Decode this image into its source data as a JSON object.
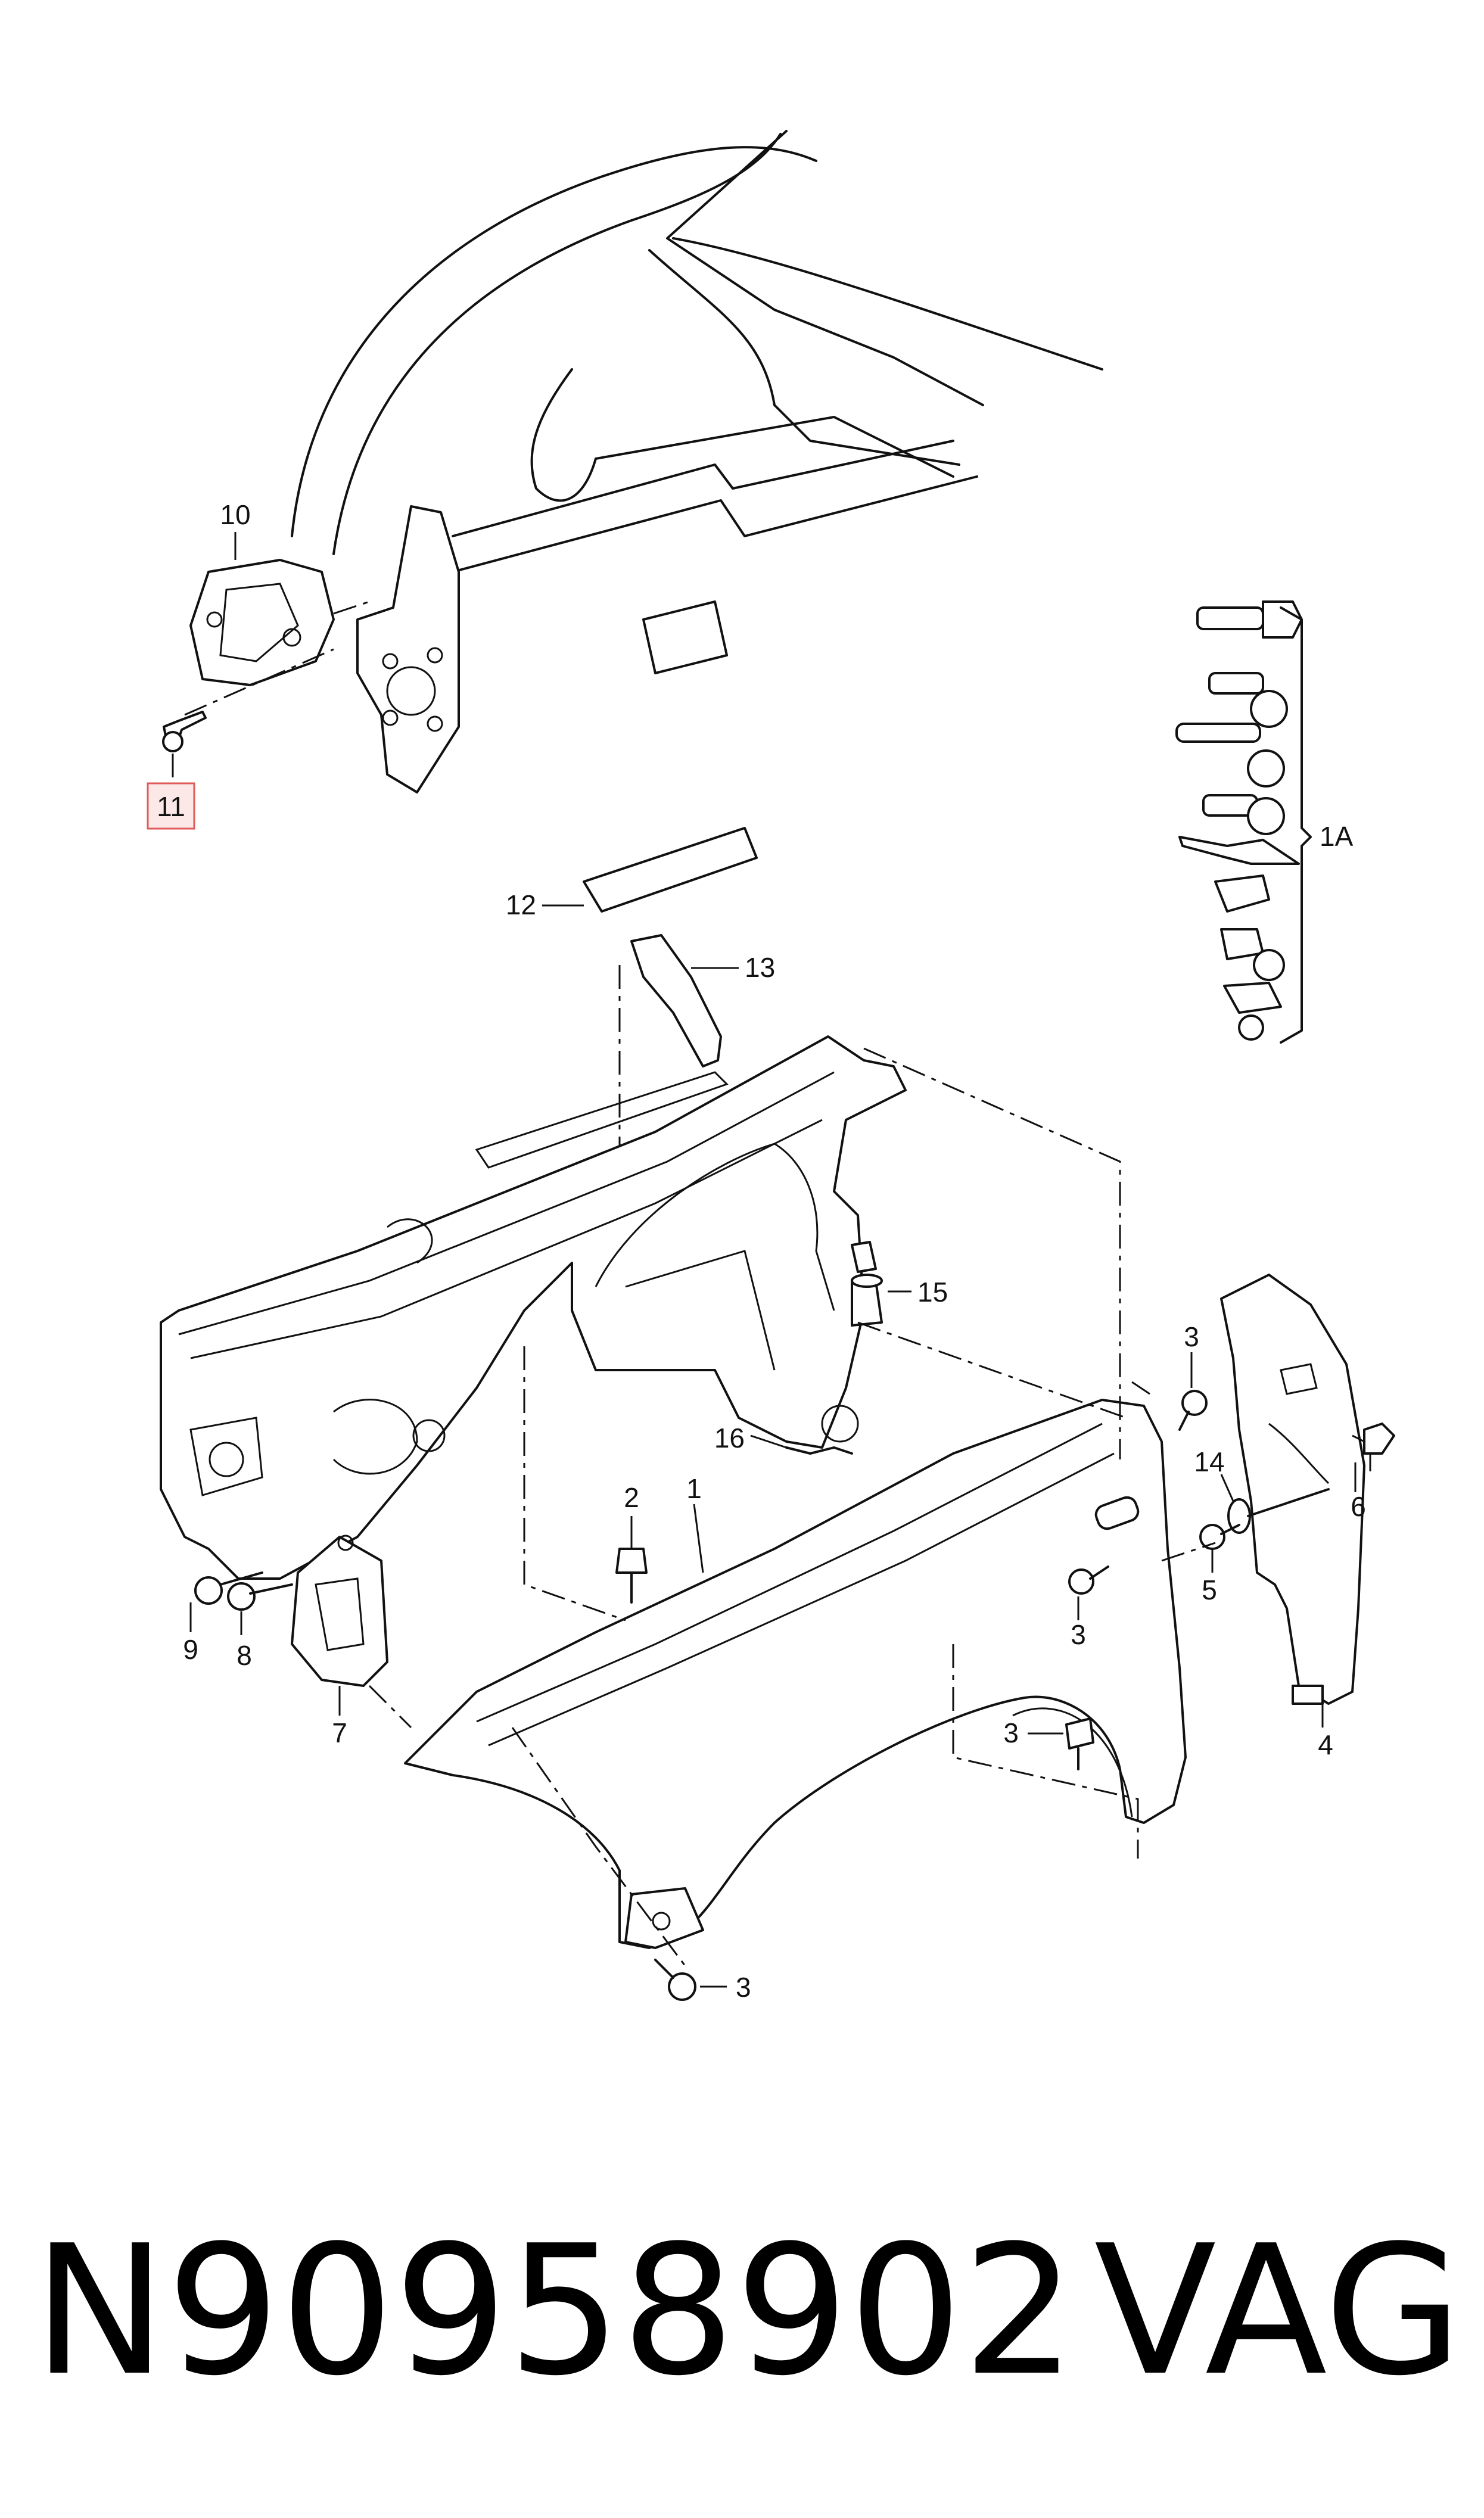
{
  "labels": {
    "l1": "1",
    "l1A": "1A",
    "l2": "2",
    "l3": "3",
    "l4": "4",
    "l5": "5",
    "l6": "6",
    "l7": "7",
    "l8": "8",
    "l9": "9",
    "l10": "10",
    "l11": "11",
    "l12": "12",
    "l13": "13",
    "l14": "14",
    "l15": "15",
    "l16": "16"
  },
  "highlighted_label": "11",
  "highlight_color": "#e05a5a",
  "footer": {
    "part_number": "N90958902",
    "brand": "VAG"
  }
}
